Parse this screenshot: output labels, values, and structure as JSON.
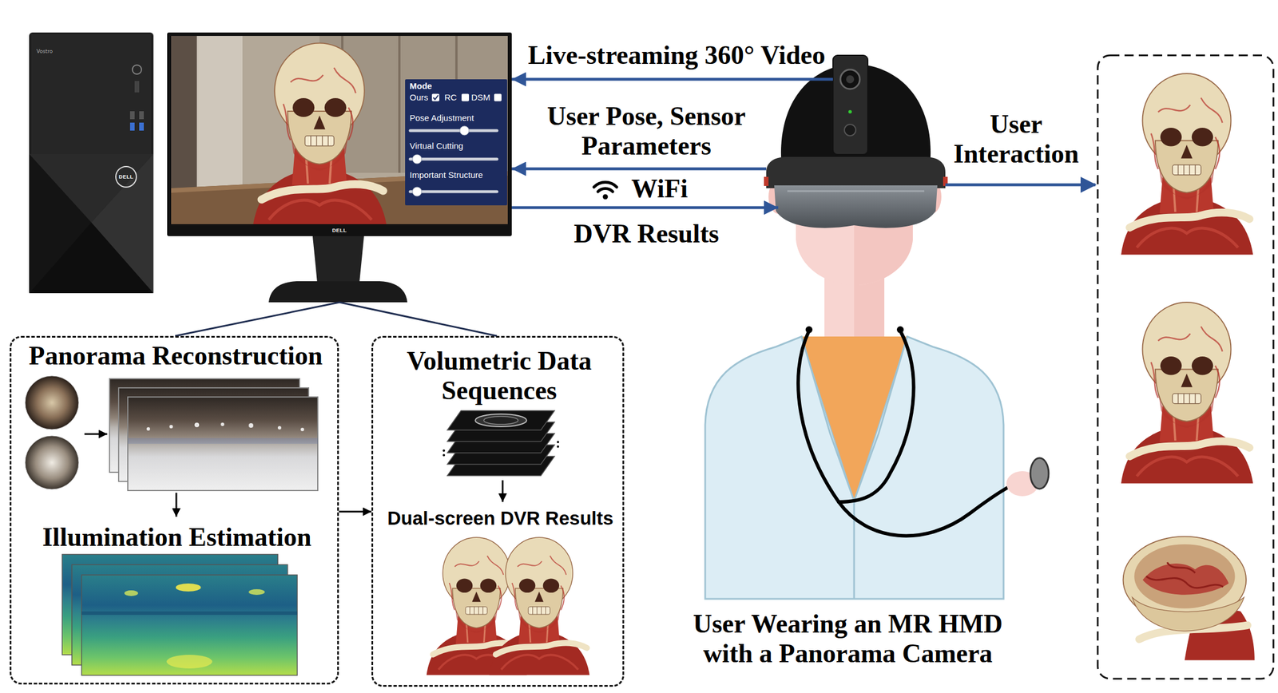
{
  "diagram": {
    "nodes": [
      {
        "text": [
          "Vostro",
          "DELL"
        ]
      },
      {
        "text": [
          "DELL"
        ]
      },
      {
        "text": [
          "Mode",
          "Ours",
          "RC",
          "DSM",
          "Pose Adjustment",
          "Virtual Cutting",
          "Important Structure"
        ],
        "in": 1
      },
      {
        "text": [
          "User Wearing an MR HMD with a Panorama Camera"
        ]
      },
      {
        "text": [
          "Panorama Reconstruction",
          "Illumination Estimation"
        ]
      },
      {
        "text": [
          "Volumetric Data Sequences",
          "Dual-screen DVR Results"
        ]
      }
    ],
    "edges": [
      {
        "from": 3,
        "to": 1,
        "arrow": "to",
        "label": "Live-streaming 360° Video"
      },
      {
        "from": 3,
        "to": 1,
        "arrow": "to",
        "label": "User Pose, Sensor Parameters"
      },
      {
        "from": 1,
        "to": 3,
        "arrow": "to",
        "label": "DVR Results"
      },
      {
        "from": 1,
        "to": 4,
        "arrow": "none"
      },
      {
        "from": 1,
        "to": 5,
        "arrow": "none"
      },
      {
        "from": 4,
        "to": 5,
        "arrow": "to"
      }
    ],
    "labels": [
      "WiFi",
      "User Interaction"
    ]
  }
}
